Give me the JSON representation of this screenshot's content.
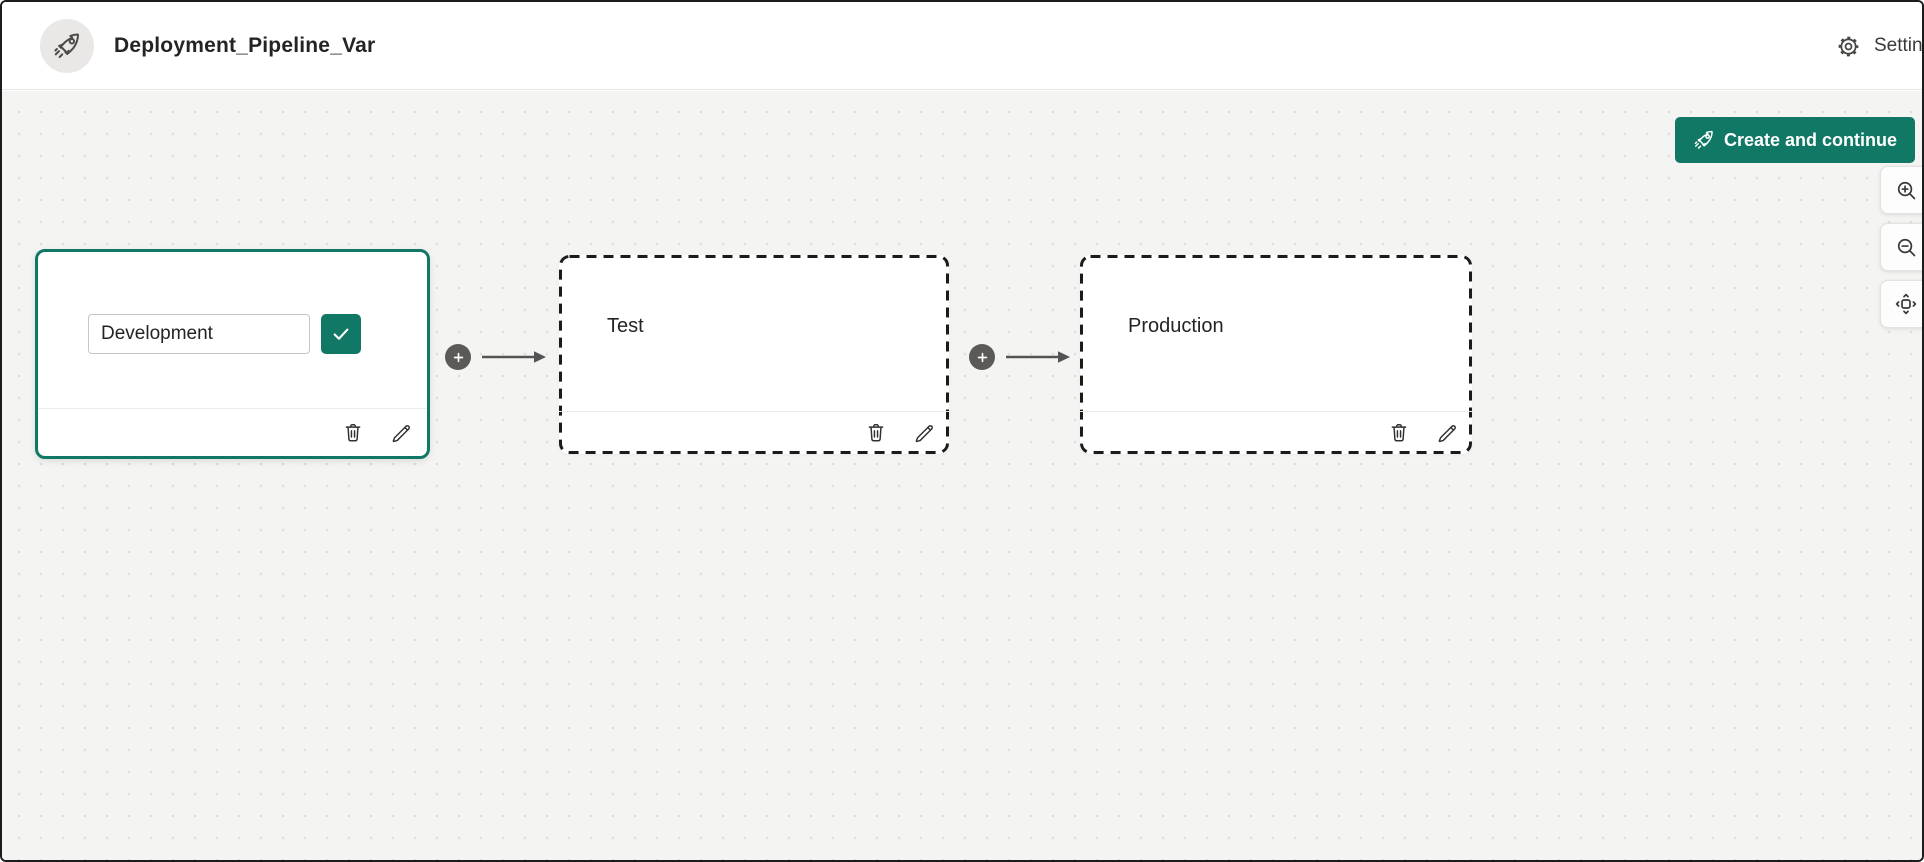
{
  "header": {
    "title": "Deployment_Pipeline_Var",
    "settings_label": "Settings",
    "avatar_icon": "rocket-icon",
    "settings_icon": "gear-icon"
  },
  "canvas": {
    "create_button": {
      "label": "Create and continue",
      "icon": "rocket-icon",
      "color": "#117865"
    },
    "zoom_controls": {
      "zoom_in_icon": "magnifier-plus",
      "zoom_out_icon": "magnifier-minus",
      "fit_view_icon": "fit-to-view"
    }
  },
  "pipeline": {
    "stages": [
      {
        "name": "Development",
        "state": "editing",
        "input_value": "Development",
        "border": "solid-teal"
      },
      {
        "name": "Test",
        "state": "pending",
        "border": "dashed"
      },
      {
        "name": "Production",
        "state": "pending",
        "border": "dashed"
      }
    ],
    "stage_action_icons": [
      "trash-icon",
      "pencil-icon"
    ],
    "connector_icons": [
      "plus-icon",
      "arrow-right"
    ]
  },
  "colors": {
    "accent_teal": "#117865",
    "canvas_bg": "#f4f4f3",
    "dashed_border": "#1c1b1a",
    "connector_gray": "#5c5a58"
  }
}
